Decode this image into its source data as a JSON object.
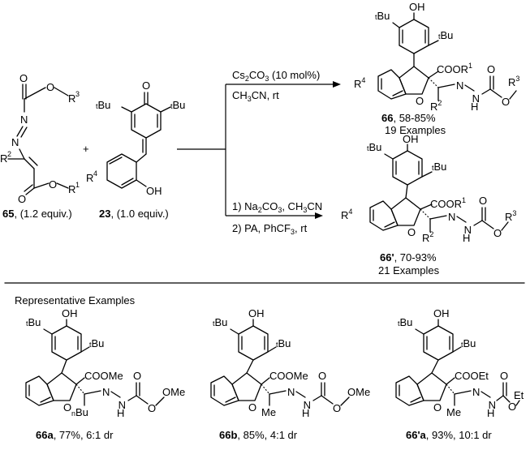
{
  "reagents": {
    "compound_65": {
      "number": "65",
      "equiv": ", (1.2 equiv.)",
      "groups": {
        "R3": "R",
        "R3_sup": "3",
        "R2": "R",
        "R2_sup": "2",
        "R1": "R",
        "R1_sup": "1"
      }
    },
    "plus": "+",
    "compound_23": {
      "number": "23",
      "equiv": ", (1.0 equiv.)",
      "groups": {
        "tBu_left": "Bu",
        "tBu_right": "Bu",
        "t": "t",
        "R4": "R",
        "R4_sup": "4",
        "OH": "OH",
        "O": "O"
      }
    }
  },
  "conditions": {
    "top": {
      "line1_a": "Cs",
      "line1_sub": "2",
      "line1_b": "CO",
      "line1_sub2": "3",
      "line1_c": " (10 mol%)",
      "line2_a": "CH",
      "line2_sub": "3",
      "line2_b": "CN, rt"
    },
    "bottom": {
      "line1_a": "1) Na",
      "line1_sub": "2",
      "line1_b": "CO",
      "line1_sub2": "3",
      "line1_c": ", CH",
      "line1_sub3": "3",
      "line1_d": "CN",
      "line2_a": "2) PA, PhCF",
      "line2_sub": "3",
      "line2_b": ", rt"
    }
  },
  "products": {
    "p66": {
      "number": "66",
      "yield": ", 58-85%",
      "examples": "19 Examples"
    },
    "p66prime": {
      "number": "66'",
      "yield": ", 70-93%",
      "examples": "21 Examples"
    }
  },
  "section_title": "Representative Examples",
  "examples": [
    {
      "number": "66a",
      "caption": ", 77%, 6:1 dr",
      "ester": "COOMe",
      "alkyl": "Bu",
      "alkyl_prefix": "n",
      "ohgroup": "OMe"
    },
    {
      "number": "66b",
      "caption": ", 85%, 4:1 dr",
      "ester": "COOMe",
      "alkyl": "Me",
      "ohgroup": "OMe"
    },
    {
      "number": "66'a",
      "caption": ", 93%, 10:1 dr",
      "ester": "COOEt",
      "alkyl": "Me",
      "ohgroup": "Et"
    }
  ],
  "atoms": {
    "O": "O",
    "N": "N",
    "H": "H",
    "OH": "OH",
    "t": "t",
    "Bu": "Bu",
    "COOR": "COOR",
    "R": "R",
    "sup1": "1",
    "sup2": "2",
    "sup3": "3",
    "sup4": "4"
  }
}
